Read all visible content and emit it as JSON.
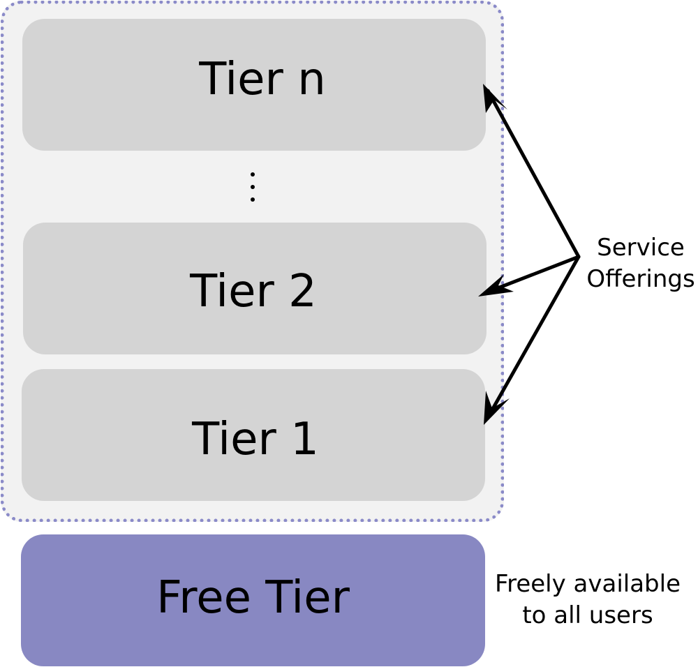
{
  "diagram": {
    "tiers": [
      {
        "id": "tier-n",
        "label": "Tier n"
      },
      {
        "id": "tier-2",
        "label": "Tier 2"
      },
      {
        "id": "tier-1",
        "label": "Tier 1"
      }
    ],
    "ellipsis": "⋮",
    "free_tier": {
      "label": "Free Tier"
    },
    "service_offerings": {
      "line1": "Service",
      "line2": "Offerings"
    },
    "free_note": {
      "line1": "Freely available",
      "line2": "to all users"
    },
    "colors": {
      "group_background": "#f2f2f2",
      "group_border": "#8a8ac8",
      "tier_fill": "#d4d4d4",
      "free_tier_fill": "#8888c2",
      "arrow": "#000000"
    }
  }
}
